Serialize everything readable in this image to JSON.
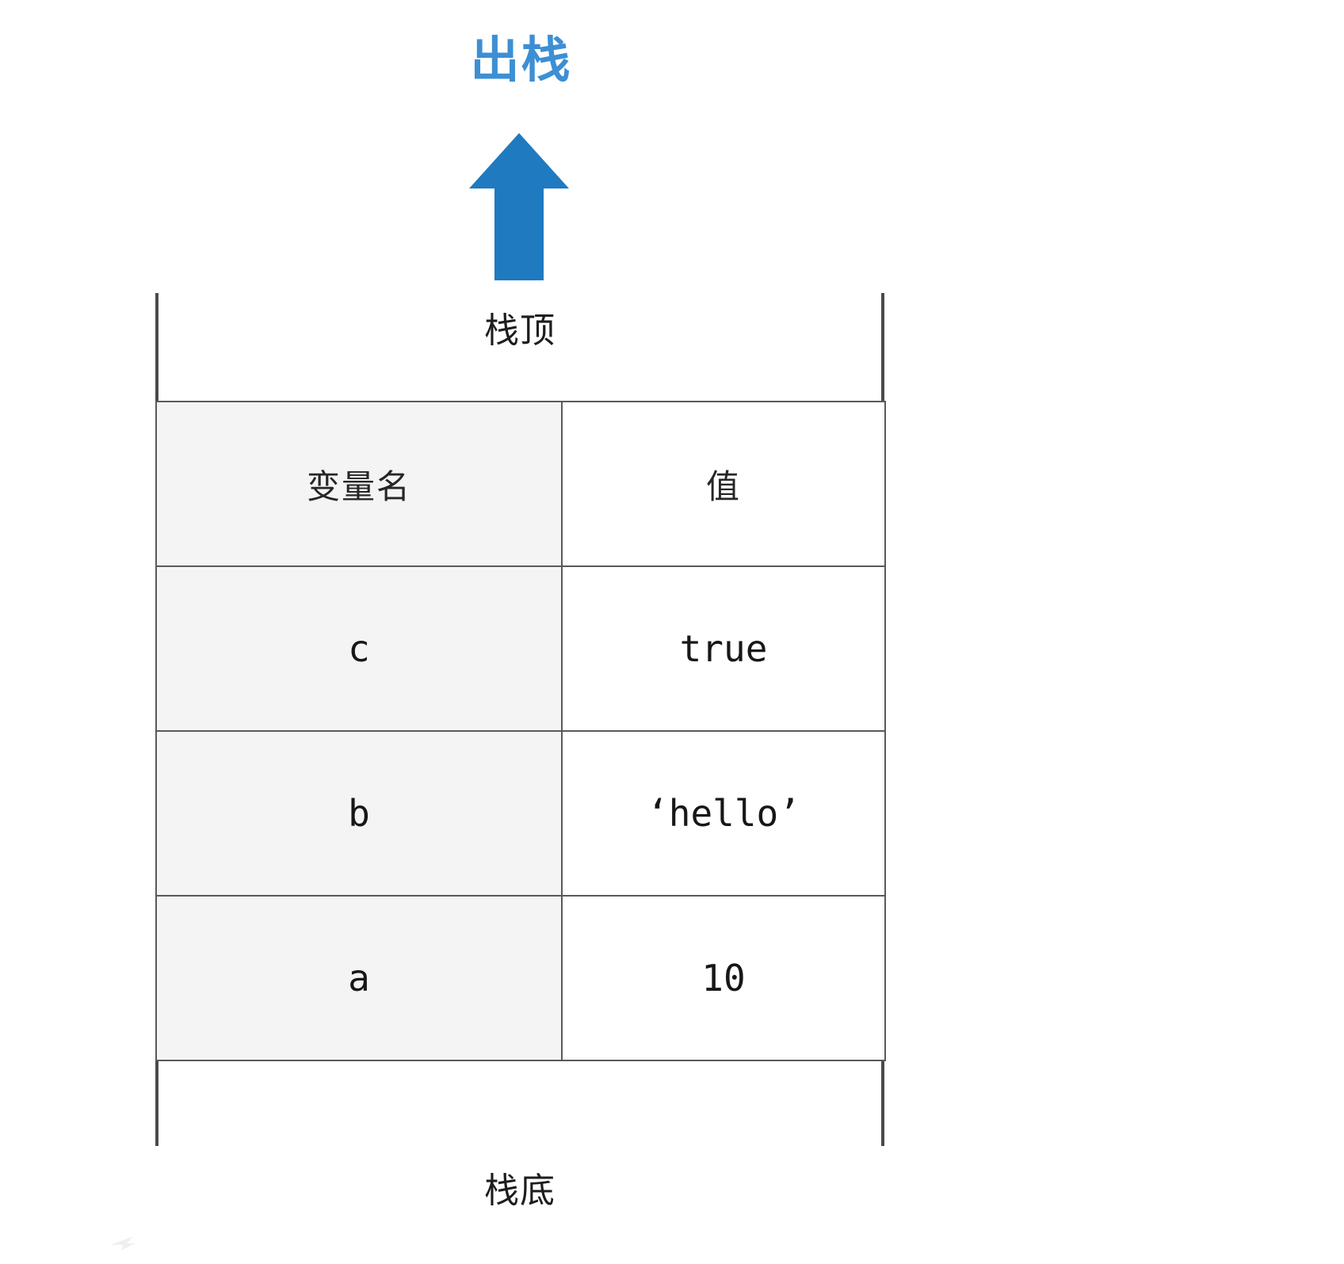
{
  "diagram": {
    "title": "出栈",
    "title_color": "#3d8fd4",
    "arrow": {
      "name": "pop-arrow",
      "direction": "up",
      "color": "#1f7ac0"
    },
    "stack": {
      "top_label": "栈顶",
      "bottom_label": "栈底",
      "border_color": "#58595b",
      "name_column_bg": "#f4f4f5",
      "value_column_bg": "#ffffff",
      "columns": [
        "变量名",
        "值"
      ],
      "rows": [
        {
          "name": "c",
          "value": "true"
        },
        {
          "name": "b",
          "value": "‘hello’"
        },
        {
          "name": "a",
          "value": "10"
        }
      ]
    }
  }
}
